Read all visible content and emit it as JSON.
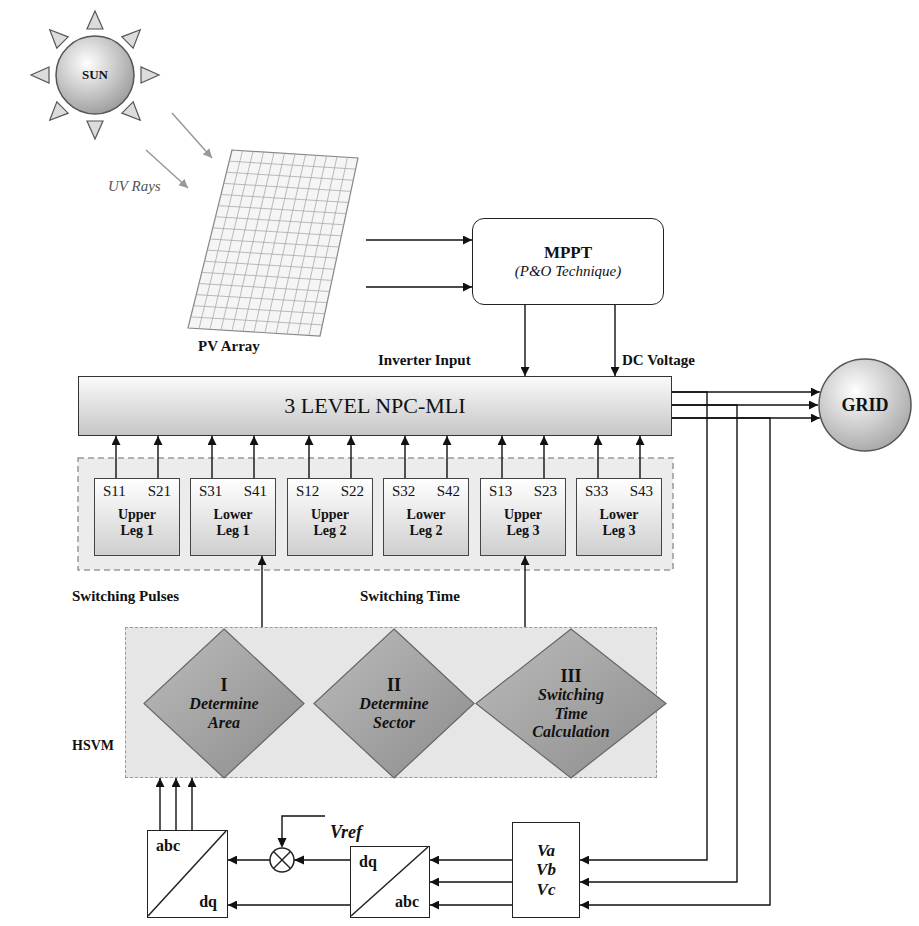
{
  "diagram": {
    "nodes": [
      {
        "text": [
          "SUN"
        ]
      },
      {
        "text": [
          "PV Array"
        ]
      },
      {
        "text": [
          "MPPT",
          "(P&O Technique)"
        ]
      },
      {
        "text": [
          "3 LEVEL NPC-MLI"
        ]
      },
      {
        "text": [
          "GRID"
        ]
      },
      {
        "text": [
          "S11",
          "S21",
          "Upper Leg 1"
        ]
      },
      {
        "text": [
          "S31",
          "S41",
          "Lower Leg 1"
        ]
      },
      {
        "text": [
          "S12",
          "S22",
          "Upper Leg 2"
        ]
      },
      {
        "text": [
          "S32",
          "S42",
          "Lower Leg 2"
        ]
      },
      {
        "text": [
          "S13",
          "S23",
          "Upper Leg 3"
        ]
      },
      {
        "text": [
          "S33",
          "S43",
          "Lower Leg 3"
        ]
      },
      {
        "text": [
          "HSVM"
        ]
      },
      {
        "text": [
          "I",
          "Determine Area"
        ],
        "in": 11
      },
      {
        "text": [
          "II",
          "Determine Sector"
        ],
        "in": 11
      },
      {
        "text": [
          "III",
          "Switching Time Calculation"
        ],
        "in": 11
      },
      {
        "text": [
          "abc",
          "dq"
        ]
      },
      {
        "text": [
          "dq",
          "abc"
        ]
      },
      {
        "text": [
          "Va",
          "Vb",
          "Vc"
        ]
      }
    ],
    "edges": [
      {
        "from": 1,
        "to": 2,
        "arrow": "to"
      },
      {
        "from": 1,
        "to": 2,
        "arrow": "to"
      },
      {
        "from": 2,
        "to": 3,
        "arrow": "to"
      },
      {
        "from": 2,
        "to": 3,
        "arrow": "to"
      },
      {
        "from": 3,
        "to": 4,
        "arrow": "to"
      },
      {
        "from": 3,
        "to": 4,
        "arrow": "to"
      },
      {
        "from": 3,
        "to": 4,
        "arrow": "to"
      },
      {
        "from": 5,
        "to": 3,
        "arrow": "to"
      },
      {
        "from": 5,
        "to": 3,
        "arrow": "to"
      },
      {
        "from": 6,
        "to": 3,
        "arrow": "to"
      },
      {
        "from": 6,
        "to": 3,
        "arrow": "to"
      },
      {
        "from": 7,
        "to": 3,
        "arrow": "to"
      },
      {
        "from": 7,
        "to": 3,
        "arrow": "to"
      },
      {
        "from": 8,
        "to": 3,
        "arrow": "to"
      },
      {
        "from": 8,
        "to": 3,
        "arrow": "to"
      },
      {
        "from": 9,
        "to": 3,
        "arrow": "to"
      },
      {
        "from": 9,
        "to": 3,
        "arrow": "to"
      },
      {
        "from": 10,
        "to": 3,
        "arrow": "to"
      },
      {
        "from": 10,
        "to": 3,
        "arrow": "to"
      },
      {
        "from": 11,
        "to": 6,
        "arrow": "to"
      },
      {
        "from": 11,
        "to": 9,
        "arrow": "to"
      },
      {
        "from": 3,
        "to": 17,
        "arrow": "to"
      },
      {
        "from": 3,
        "to": 17,
        "arrow": "to"
      },
      {
        "from": 3,
        "to": 17,
        "arrow": "to"
      },
      {
        "from": 17,
        "to": 16,
        "arrow": "to"
      },
      {
        "from": 17,
        "to": 16,
        "arrow": "to"
      },
      {
        "from": 17,
        "to": 16,
        "arrow": "to"
      },
      {
        "from": 16,
        "to": 15,
        "arrow": "to"
      },
      {
        "from": 16,
        "to": 15,
        "arrow": "to"
      },
      {
        "from": 15,
        "to": 11,
        "arrow": "to"
      },
      {
        "from": 15,
        "to": 11,
        "arrow": "to"
      },
      {
        "from": 15,
        "to": 11,
        "arrow": "to"
      }
    ],
    "labels": [
      "UV Rays",
      "Inverter Input",
      "DC Voltage",
      "Switching Pulses",
      "Switching Time",
      "Vref"
    ]
  }
}
